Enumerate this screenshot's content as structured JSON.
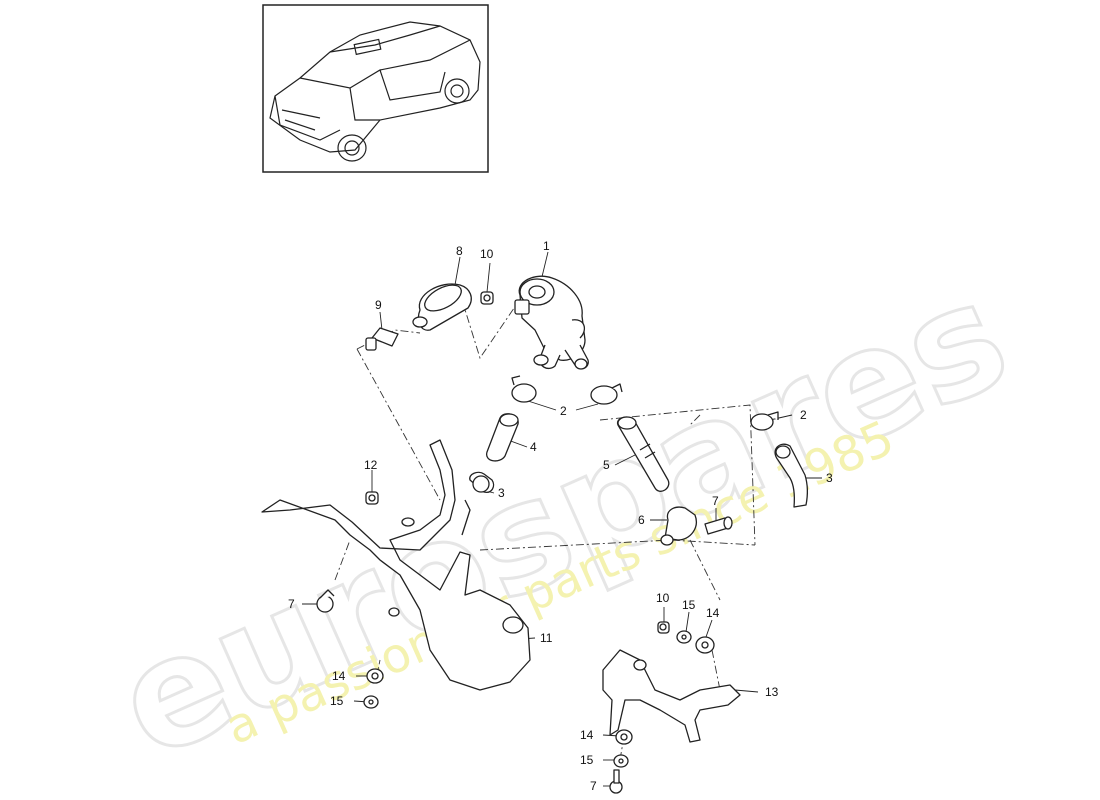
{
  "watermark": {
    "brand": "eurospares",
    "tagline": "a passion for parts since 1985",
    "brand_color": "#e8e8e8",
    "tagline_color": "#f3f1a8"
  },
  "thumbnail": {
    "icon": "car-suv-icon"
  },
  "callouts": [
    {
      "id": "c1",
      "label": "1"
    },
    {
      "id": "c2a",
      "label": "2"
    },
    {
      "id": "c2b",
      "label": "2"
    },
    {
      "id": "c3a",
      "label": "3"
    },
    {
      "id": "c3b",
      "label": "3"
    },
    {
      "id": "c4",
      "label": "4"
    },
    {
      "id": "c5",
      "label": "5"
    },
    {
      "id": "c6",
      "label": "6"
    },
    {
      "id": "c7a",
      "label": "7"
    },
    {
      "id": "c7b",
      "label": "7"
    },
    {
      "id": "c7c",
      "label": "7"
    },
    {
      "id": "c8",
      "label": "8"
    },
    {
      "id": "c9",
      "label": "9"
    },
    {
      "id": "c10a",
      "label": "10"
    },
    {
      "id": "c10b",
      "label": "10"
    },
    {
      "id": "c11",
      "label": "11"
    },
    {
      "id": "c12",
      "label": "12"
    },
    {
      "id": "c13",
      "label": "13"
    },
    {
      "id": "c14a",
      "label": "14"
    },
    {
      "id": "c14b",
      "label": "14"
    },
    {
      "id": "c14c",
      "label": "14"
    },
    {
      "id": "c15a",
      "label": "15"
    },
    {
      "id": "c15b",
      "label": "15"
    },
    {
      "id": "c15c",
      "label": "15"
    }
  ]
}
